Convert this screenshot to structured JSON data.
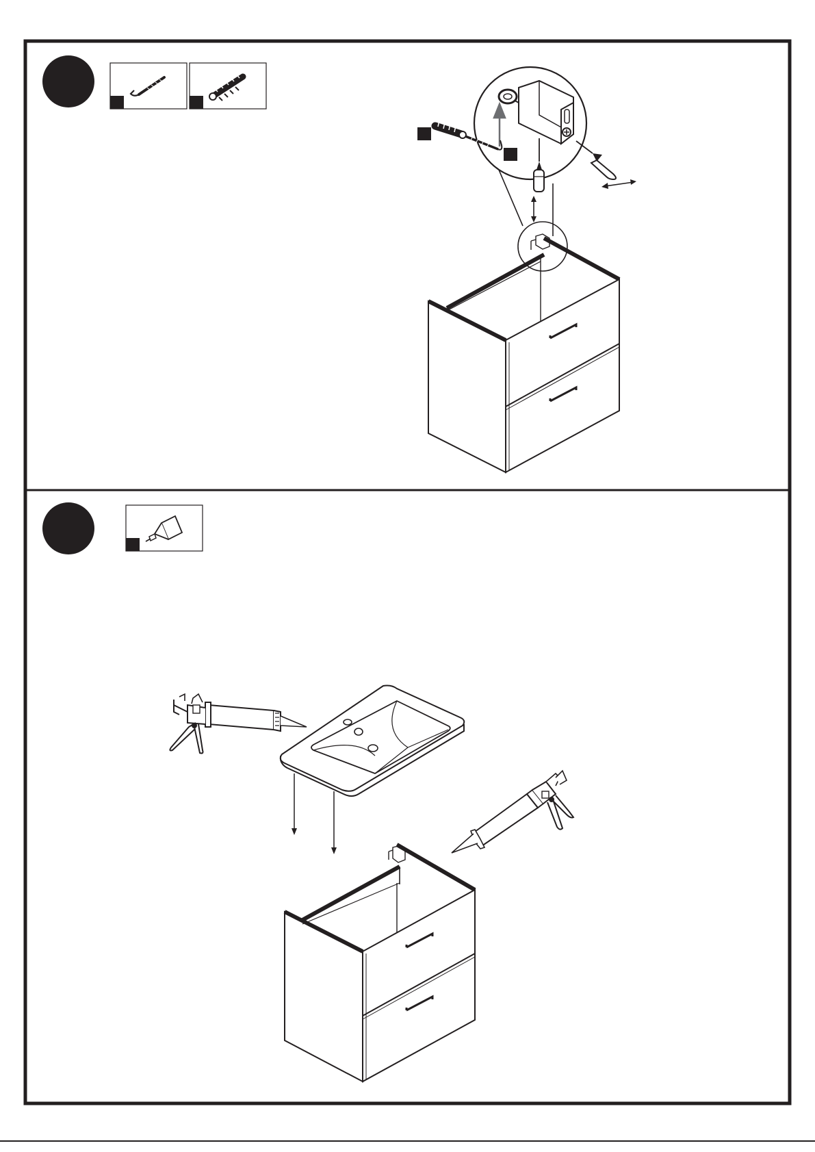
{
  "document": {
    "type": "assembly-instructions",
    "ink_color": "#231f20",
    "paper_color": "#ffffff"
  },
  "steps": [
    {
      "parts": [
        {
          "icon": "l-hook-screw-icon"
        },
        {
          "icon": "wall-plug-icon"
        }
      ],
      "illustration": "wall-mounting-bracket-and-vanity-cabinet"
    },
    {
      "parts": [
        {
          "icon": "silicone-tube-icon"
        }
      ],
      "illustration": "sink-placement-with-silicone-caulk"
    }
  ]
}
